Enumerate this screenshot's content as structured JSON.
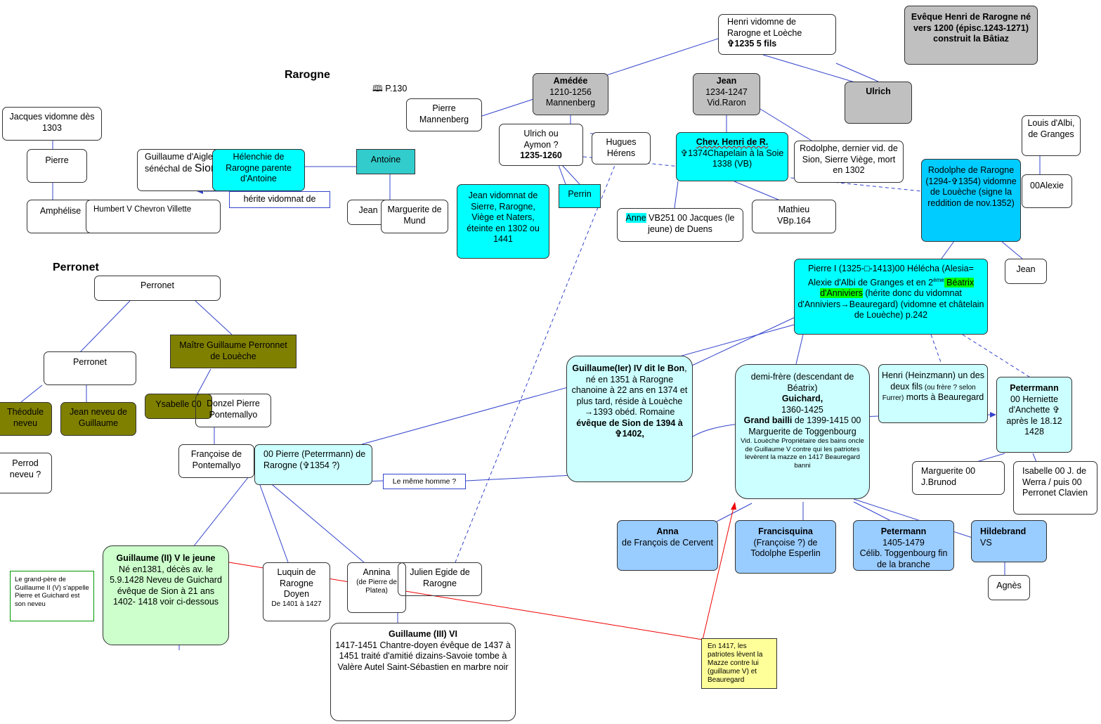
{
  "headings": {
    "rarogne": "Rarogne",
    "perronet": "Perronet",
    "ref": "🕮 P.130"
  },
  "nodes": {
    "henri_vidomne": {
      "l1": "Henri vidomne de",
      "l2": "Rarogne et Loèche",
      "l3": "✞1235 5 fils"
    },
    "eveque_henri": {
      "text": "Evêque Henri de Rarogne né vers 1200 (épisc.1243-1271) construit la Bâtiaz"
    },
    "amedee": {
      "l1": "Amédée",
      "l2": "1210-1256",
      "l3": "Mannenberg"
    },
    "jean_raron": {
      "l1": "Jean",
      "l2": "1234-1247",
      "l3": "Vid.Raron"
    },
    "ulrich": {
      "text": "Ulrich"
    },
    "pierre_mannenberg": {
      "l1": "Pierre",
      "l2": "Mannenberg"
    },
    "ulrich_aymon": {
      "l1": "Ulrich ou",
      "l2": "Aymon ?",
      "l3": "1235-1260"
    },
    "hugues": {
      "l1": "Hugues",
      "l2": "Hérens"
    },
    "chev_henri": {
      "l1": "Chev. Henri de R.",
      "l2": "✞1374Chapelain à la Soie 1338 (VB)"
    },
    "rodolphe_dernier": {
      "text": "Rodolphe, dernier vid. de Sion, Sierre Viège, mort en 1302"
    },
    "louis_albi": {
      "text": "Louis d'Albi, de Granges"
    },
    "alexie": {
      "text": "00Alexie"
    },
    "rodolphe_1294": {
      "text": "Rodolphe de Rarogne (1294-✞1354) vidomne de Louèche (signe la reddition de nov.1352)"
    },
    "jean_vidomnat": {
      "text": "Jean vidomnat de Sierre, Rarogne, Viège et Naters, éteinte en 1302 ou 1441"
    },
    "perrin": {
      "text": "Perrin"
    },
    "anne": {
      "name": "Anne",
      "rest": " VB251 00 Jacques (le jeune) de Duens"
    },
    "mathieu": {
      "l1": "Mathieu",
      "l2": "VBp.164"
    },
    "jean_right": {
      "text": "Jean"
    },
    "pierre_i": {
      "p1": "Pierre I (1325-□-1413)00 Héléchа (Alesia= Alexie d'Albi de Granges et en 2",
      "sup": "ème",
      "hl": " Béatrix d'Anniviers",
      "p2": " (hérite donc du vidomnat d'Anniviers→Beauregard) (vidomne et châtelain de Louèche) p.242"
    },
    "jacques_vidomne": {
      "text": "Jacques vidomne dès 1303"
    },
    "pierre_left": {
      "text": "Pierre"
    },
    "guillaume_aigle": {
      "text": "Guillaume d'Aigle, sénéchal de ",
      "big": "Sion"
    },
    "helenchie": {
      "text": "Hélenchie de Rarogne parente d'Antoine"
    },
    "antoine": {
      "text": "Antoine"
    },
    "herite": {
      "text": "hérite vidomnat de"
    },
    "amphelise": {
      "text": "Amphélise"
    },
    "humbert": {
      "text": "Humbert V Chevron Villette"
    },
    "jean_left": {
      "text": "Jean"
    },
    "marguerite_mund": {
      "text": "Marguerite de Mund"
    },
    "perronet_top": {
      "text": "Perronet"
    },
    "perronet_mid": {
      "text": "Perronet"
    },
    "maitre_guillaume": {
      "text": "Maître Guillaume Perronnet de Louèche"
    },
    "theodule": {
      "text": "Théodule neveu"
    },
    "jean_neveu": {
      "text": "Jean neveu de Guillaume"
    },
    "ysabelle": {
      "text": "Ysabelle 00"
    },
    "donzel": {
      "text": "Donzel Pierre Pontemallyo"
    },
    "perrod": {
      "text": "Perrod neveu ?"
    },
    "francoise_pont": {
      "text": "Françoise de Pontemallyo"
    },
    "pierre_peterrmann": {
      "text": "00 Pierre (Peterrmann) de Rarogne (✞1354 ?)"
    },
    "meme_homme": {
      "text": "Le même homme ?"
    },
    "guillaume_iv": {
      "p1": "Guillaume(Ier) IV dit le Bon",
      "p2": ", né en 1351 à Rarogne chanoine à 22 ans en 1374 et plus tard, réside à Louèche →1393 obéd. Romaine ",
      "p3": "évêque de Sion de 1394 à ✞1402,"
    },
    "guichard": {
      "p1": "demi-frère (descendant de Béatrix)",
      "p2": "Guichard,",
      "p3": "1360-1425",
      "p4": "Grand bailli",
      "p5": " de 1399-1415 00 Marguerite de Toggenbourg",
      "p6": "Vid. Louèche Propriétaire des bains oncle de Guillaume V contre qui les patriotes levèrent la mazze en 1417 Beauregard banni"
    },
    "henri_heinzmann": {
      "p1": "Henri (Heinzmann) un des deux fils",
      "p2": " (ou frère ? selon Furrer)",
      "p3": " morts à Beauregard"
    },
    "peterrmann": {
      "p1": "Peterrmann",
      "p2": "00 Herniette d'Anchette ✞ après le 18.12 1428"
    },
    "marguerite_brunod": {
      "text": "Marguerite 00 J.Brunod"
    },
    "isabelle": {
      "text": "Isabelle 00 J. de Werra / puis 00 Perronet Clavien"
    },
    "anna": {
      "l1": "Anna",
      "l2": "de François de Cervent"
    },
    "francisquina": {
      "l1": "Francisquina",
      "l2": "(Françoise ?) de Todolphe Esperlin"
    },
    "petermann": {
      "l1": "Petermann",
      "l2": "1405-1479",
      "l3": "Célib. Toggenbourg fin de la branche"
    },
    "hildebrand": {
      "l1": "Hildebrand",
      "l2": "VS"
    },
    "agnes": {
      "text": "Agnès"
    },
    "note_grand_pere": {
      "text": "Le grand-père de Guillaume II (V) s'appelle Pierre et Guichard est son neveu"
    },
    "guillaume_ii": {
      "l1": "Guillaume (II) V le jeune",
      "l2": "Né en1381, décès av. le 5.9.1428 Neveu de Guichard évêque de Sion à 21 ans 1402- 1418 voir ci-dessous"
    },
    "luquin": {
      "l1": "Luquin de Rarogne Doyen",
      "l2": "De 1401 à 1427"
    },
    "annina": {
      "l1": "Annina",
      "l2": "(de Pierre de Platea)"
    },
    "julien": {
      "text": "Julien Egide de Rarogne"
    },
    "guillaume_iii": {
      "l1": "Guillaume (III) VI",
      "l2": "1417-1451 Chantre-doyen évêque de 1437 à 1451 traité d'amitié dizains-Savoie tombe à Valère Autel Saint-Sébastien en marbre noir"
    },
    "note_1417": {
      "text": "En 1417, les patriotes lèvent la Mazze contre lui (guillaume V) et Beauregard"
    }
  }
}
